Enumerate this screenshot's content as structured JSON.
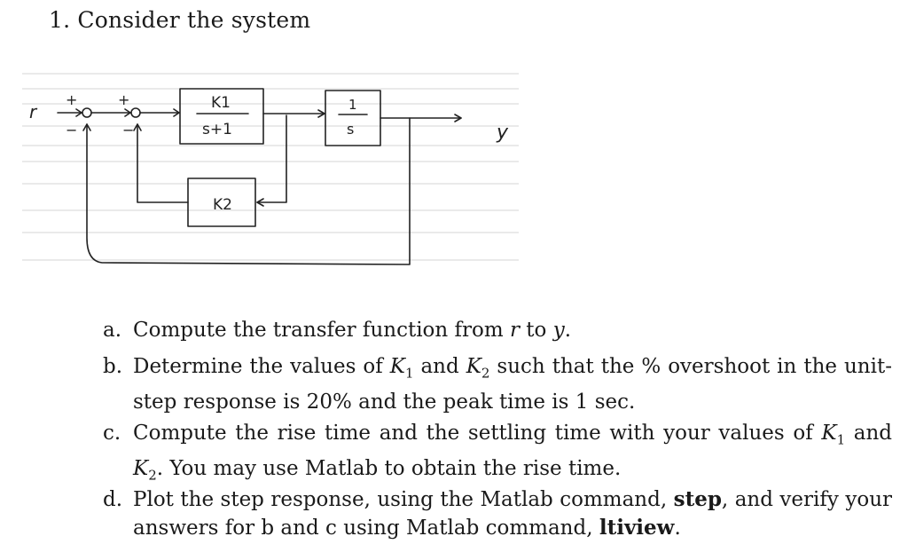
{
  "heading": {
    "number": "1.",
    "text": "Consider the system"
  },
  "diagram": {
    "input_label": "r",
    "output_label": "y",
    "block1": {
      "numerator": "K1",
      "denominator": "s+1"
    },
    "block2": {
      "numerator": "1",
      "denominator": "s"
    },
    "block3": {
      "label": "K2"
    },
    "sum1_signs": {
      "top": "+",
      "bottom": "−"
    },
    "sum2_signs": {
      "top": "+",
      "bottom": "−"
    }
  },
  "parts": {
    "a": {
      "label": "a.",
      "t1": "Compute the transfer function from ",
      "r": "r",
      "t2": " to ",
      "y": "y",
      "t3": "."
    },
    "b": {
      "label": "b.",
      "t1": "Determine the values of ",
      "k1": "K",
      "k1sub": "1",
      "t2": " and ",
      "k2": "K",
      "k2sub": "2",
      "t3": " such that the % overshoot in the unit-step response is 20% and the peak time is 1 sec."
    },
    "c": {
      "label": "c.",
      "t1": "Compute the rise time and the settling time with your values of ",
      "k1": "K",
      "k1sub": "1",
      "t2": " and ",
      "k2": "K",
      "k2sub": "2",
      "t3": ". You may use Matlab to obtain the rise time."
    },
    "d": {
      "label": "d.",
      "t1": "Plot the step response, using the Matlab command, ",
      "cmd1": "step",
      "t2": ", and verify your answers for b and c using Matlab command, ",
      "cmd2": "ltiview",
      "t3": "."
    }
  }
}
